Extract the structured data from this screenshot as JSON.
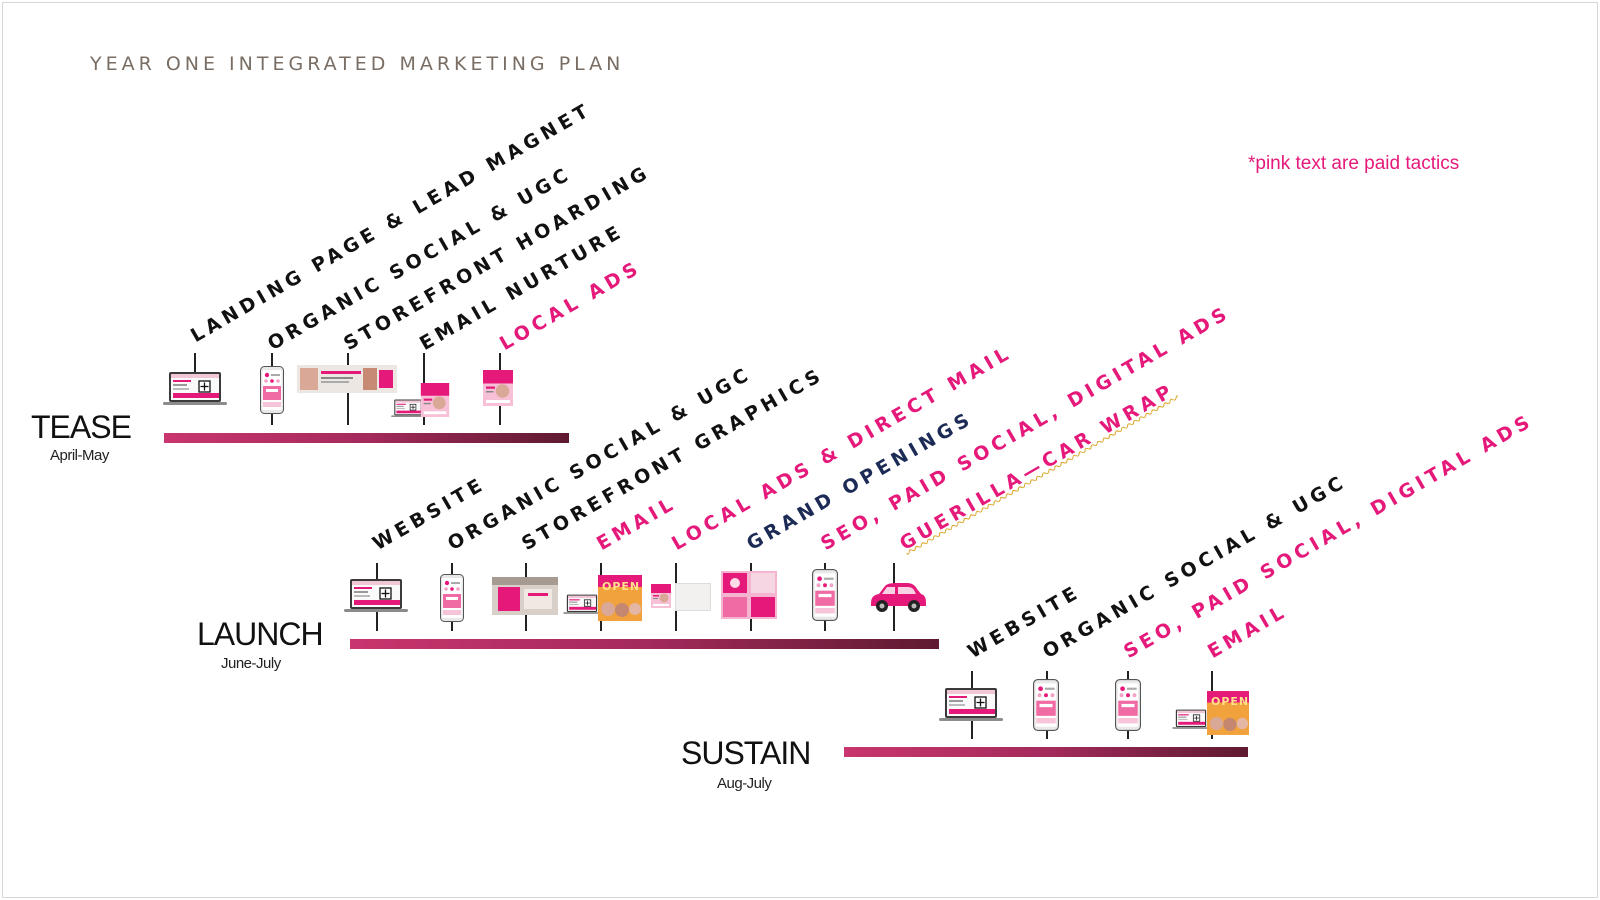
{
  "title": "YEAR ONE INTEGRATED MARKETING PLAN",
  "note": "*pink text are paid tactics",
  "colors": {
    "paid": "#e5197a",
    "organic": "#111111",
    "event": "#1c2b55",
    "bar_start": "#c9356e",
    "bar_end": "#5e1a30"
  },
  "phases": {
    "tease": {
      "name": "TEASE",
      "dates": "April-May",
      "tactics": [
        "LANDING PAGE & LEAD MAGNET",
        "ORGANIC SOCIAL & UGC",
        "STOREFRONT HOARDING",
        "EMAIL NURTURE",
        "LOCAL ADS"
      ]
    },
    "launch": {
      "name": "LAUNCH",
      "dates": "June-July",
      "tactics": [
        "WEBSITE",
        "ORGANIC SOCIAL & UGC",
        "STOREFRONT GRAPHICS",
        "EMAIL",
        "LOCAL ADS & DIRECT MAIL",
        "GRAND OPENINGS",
        "SEO, PAID SOCIAL, DIGITAL ADS",
        "GUERILLA—CAR WRAP"
      ]
    },
    "sustain": {
      "name": "SUSTAIN",
      "dates": "Aug-July",
      "tactics": [
        "WEBSITE",
        "ORGANIC SOCIAL & UGC",
        "SEO, PAID SOCIAL, DIGITAL ADS",
        "EMAIL"
      ]
    }
  },
  "icons": {
    "laptop": "laptop-mockup-icon",
    "phone": "phone-mockup-icon",
    "banner": "storefront-banner-icon",
    "card": "flyer-card-icon",
    "car": "car-wrap-icon",
    "plus": "plus-icon"
  },
  "mockup_text": {
    "open": "OPEN"
  }
}
